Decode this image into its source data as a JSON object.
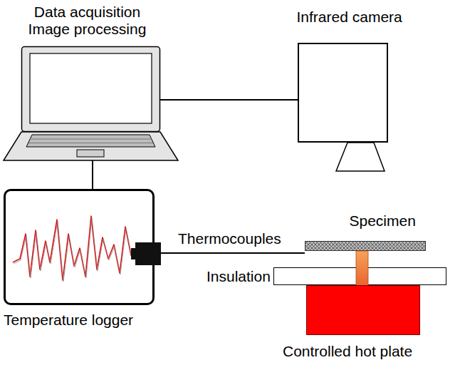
{
  "diagram": {
    "nodes": [
      {
        "text": [
          "Data acquisition Image processing"
        ]
      },
      {
        "text": [
          "Infrared camera"
        ]
      },
      {
        "text": [
          "Temperature logger"
        ]
      },
      {
        "text": [
          "Specimen"
        ]
      },
      {
        "text": [
          "Insulation"
        ]
      },
      {
        "text": [
          "Controlled hot plate"
        ]
      }
    ],
    "edges": [
      {
        "from": 0,
        "to": 1,
        "arrow": "none"
      },
      {
        "from": 0,
        "to": 2,
        "arrow": "none"
      },
      {
        "from": 2,
        "to": 3,
        "label": "Thermocouples",
        "arrow": "none"
      }
    ]
  }
}
